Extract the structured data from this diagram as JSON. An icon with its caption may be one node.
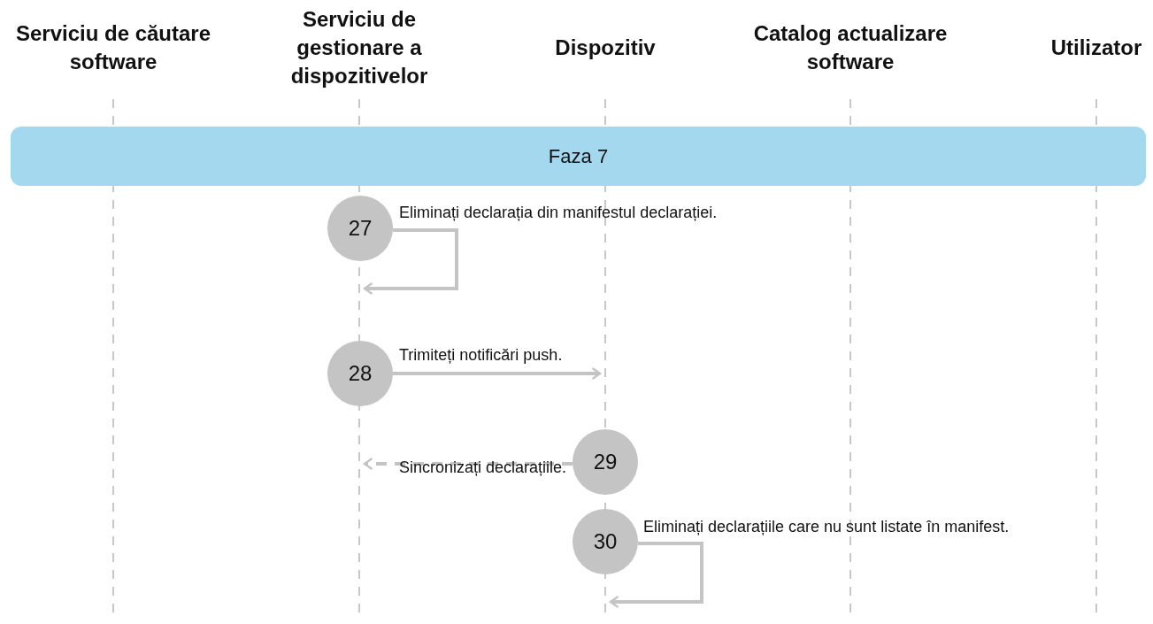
{
  "diagram": {
    "nodes": [
      {
        "text": [
          "Serviciu de căutare software"
        ]
      },
      {
        "text": [
          "Serviciu de gestionare a dispozitivelor"
        ]
      },
      {
        "text": [
          "Dispozitiv"
        ]
      },
      {
        "text": [
          "Catalog actualizare software"
        ]
      },
      {
        "text": [
          "Utilizator"
        ]
      },
      {
        "text": [
          "Faza 7"
        ]
      },
      {
        "text": [
          "27"
        ]
      },
      {
        "text": [
          "28"
        ]
      },
      {
        "text": [
          "29"
        ]
      },
      {
        "text": [
          "30"
        ]
      }
    ],
    "edges": [
      {
        "from": 6,
        "to": null,
        "arrow": "to",
        "label": "Eliminați declarația din manifestul declarației."
      },
      {
        "from": 7,
        "to": null,
        "arrow": "to",
        "label": "Trimiteți notificări push."
      },
      {
        "from": 8,
        "to": null,
        "arrow": "to",
        "label": "Sincronizați declarațiile.",
        "style": "dashed"
      },
      {
        "from": 9,
        "to": null,
        "arrow": "to",
        "label": "Eliminați declarațiile care nu sunt listate în manifest."
      }
    ]
  }
}
